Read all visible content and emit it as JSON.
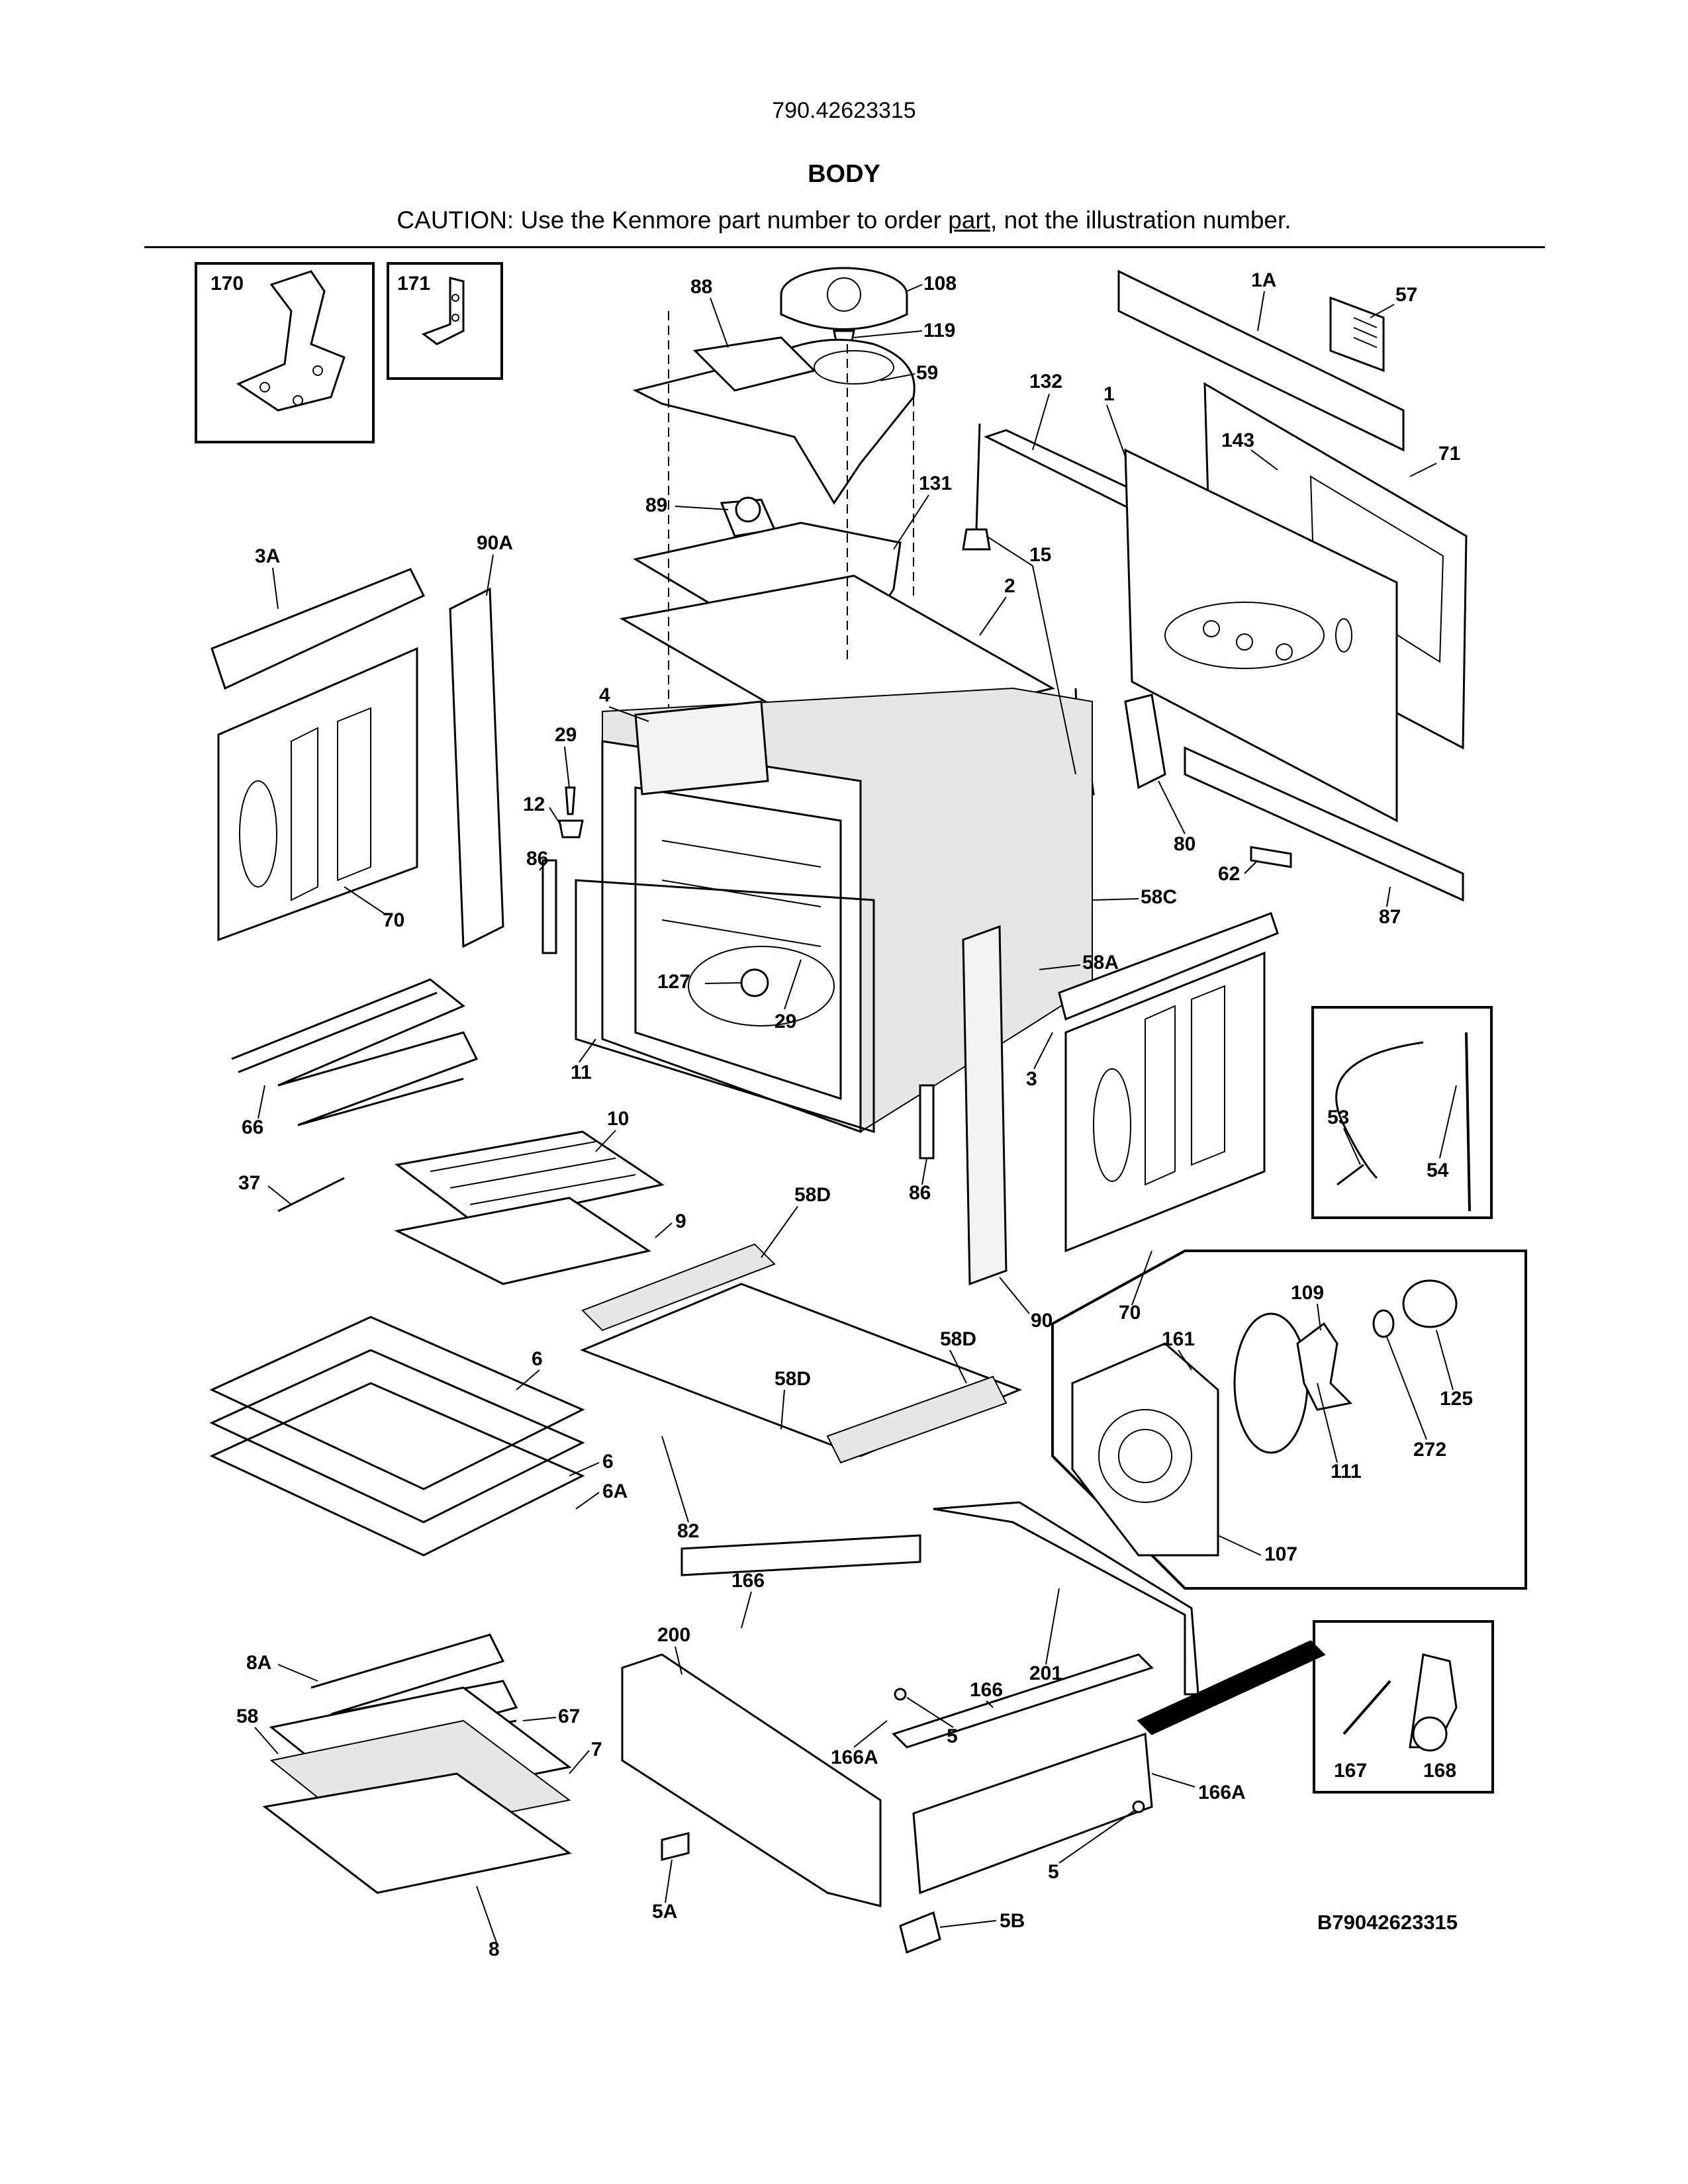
{
  "header": {
    "model": "790.42623315",
    "title": "BODY",
    "caution_prefix": "CAUTION: Use the Kenmore part number to order ",
    "caution_underlined": "part",
    "caution_suffix": ", not the illustration number."
  },
  "drawing_code": "B79042623315",
  "callouts": {
    "c170": "170",
    "c171": "171",
    "c88": "88",
    "c108": "108",
    "c119": "119",
    "c59": "59",
    "c1A": "1A",
    "c57": "57",
    "c132": "132",
    "c1": "1",
    "c143": "143",
    "c71": "71",
    "c89": "89",
    "c131": "131",
    "c15": "15",
    "c3A": "3A",
    "c90A": "90A",
    "c2": "2",
    "c4": "4",
    "c29a": "29",
    "c12": "12",
    "c86a": "86",
    "c80": "80",
    "c62": "62",
    "c87": "87",
    "c70a": "70",
    "c58C": "58C",
    "c58A": "58A",
    "c127": "127",
    "c29b": "29",
    "c3": "3",
    "c53": "53",
    "c54": "54",
    "c11": "11",
    "c66": "66",
    "c10": "10",
    "c37": "37",
    "c9": "9",
    "c58Da": "58D",
    "c86b": "86",
    "c90": "90",
    "c70b": "70",
    "c109": "109",
    "c161": "161",
    "c125": "125",
    "c6a": "6",
    "c58Db": "58D",
    "c58Dc": "58D",
    "c6b": "6",
    "c6A": "6A",
    "c111": "111",
    "c272": "272",
    "c82": "82",
    "c107": "107",
    "c166a": "166",
    "c201": "201",
    "c200": "200",
    "c8A": "8A",
    "c166b": "166",
    "c67": "67",
    "c58": "58",
    "c7": "7",
    "c166Aa": "166A",
    "c5a": "5",
    "c166Ab": "166A",
    "c167": "167",
    "c168": "168",
    "c5b": "5",
    "c5A": "5A",
    "c5B": "5B",
    "c8": "8"
  }
}
